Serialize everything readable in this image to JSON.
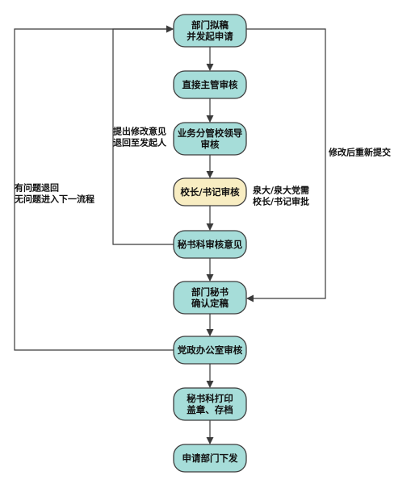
{
  "flowchart": {
    "nodes": [
      {
        "id": "draft",
        "lines": [
          "部门拟稿",
          "并发起申请"
        ],
        "color": "#a6ddd9"
      },
      {
        "id": "supervisor_review",
        "lines": [
          "直接主管审核"
        ],
        "color": "#a6ddd9"
      },
      {
        "id": "leader_review",
        "lines": [
          "业务分管校领导",
          "审核"
        ],
        "color": "#a6ddd9"
      },
      {
        "id": "principal_review",
        "lines": [
          "校长/书记审核"
        ],
        "color": "#f8edc2"
      },
      {
        "id": "secretariat_opinion",
        "lines": [
          "秘书科审核意见"
        ],
        "color": "#a6ddd9"
      },
      {
        "id": "dept_secretary_confirm",
        "lines": [
          "部门秘书",
          "确认定稿"
        ],
        "color": "#a6ddd9"
      },
      {
        "id": "office_review",
        "lines": [
          "党政办公室审核"
        ],
        "color": "#a6ddd9"
      },
      {
        "id": "print_seal",
        "lines": [
          "秘书科打印",
          "盖章、存档"
        ],
        "color": "#a6ddd9"
      },
      {
        "id": "issue",
        "lines": [
          "申请部门下发"
        ],
        "color": "#a6ddd9"
      }
    ],
    "labels": {
      "return_to_initiator": [
        "提出修改意见",
        "退回至发起人"
      ],
      "resubmit": [
        "修改后重新提交"
      ],
      "problem_branch": [
        "有问题退回",
        "无问题进入下一流程"
      ],
      "principal_note": [
        "泉大/泉大党需",
        "校长/书记审批"
      ]
    },
    "colors": {
      "node_fill": "#a6ddd9",
      "highlight_fill": "#f8edc2",
      "node_border": "#3d3d3d",
      "line": "#3a3a3a"
    }
  }
}
